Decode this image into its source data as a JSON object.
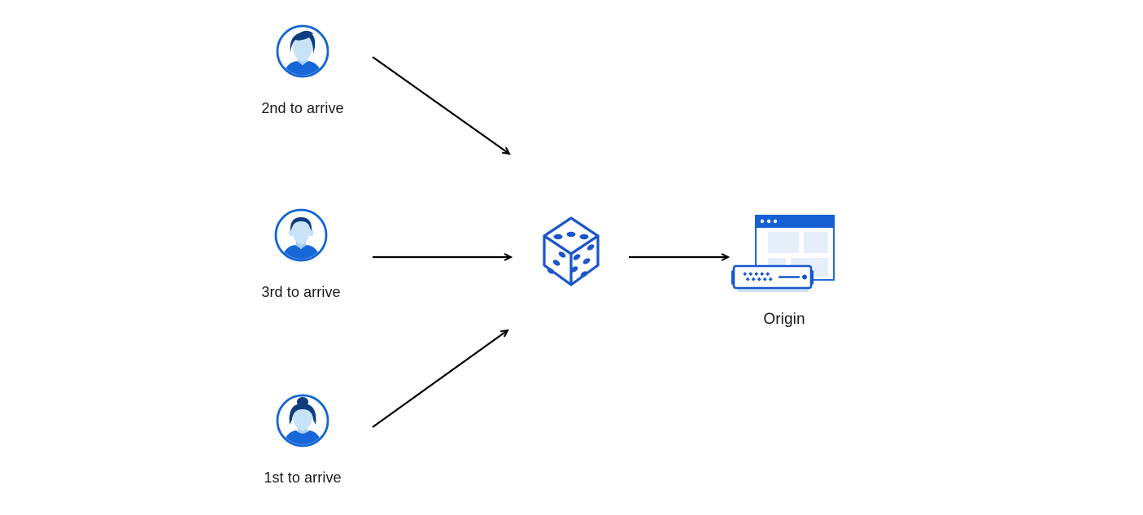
{
  "nodes": {
    "clients": [
      {
        "label": "2nd to arrive",
        "icon": "user-man-avatar-icon"
      },
      {
        "label": "3rd to arrive",
        "icon": "user-man-short-hair-avatar-icon"
      },
      {
        "label": "1st to arrive",
        "icon": "user-woman-avatar-icon"
      }
    ],
    "dice": {
      "icon": "dice-icon"
    },
    "origin": {
      "label": "Origin",
      "icon": "origin-server-browser-icon"
    }
  },
  "connections": [
    {
      "from": "client-2nd",
      "to": "dice"
    },
    {
      "from": "client-3rd",
      "to": "dice"
    },
    {
      "from": "client-1st",
      "to": "dice"
    },
    {
      "from": "dice",
      "to": "origin"
    }
  ],
  "colors": {
    "page_bg": "#ffffff",
    "avatar_ring": "#1164D6",
    "avatar_hair": "#0D3C7F",
    "avatar_skin": "#C8E2F8",
    "avatar_skin_shade": "#A9CFEF",
    "avatar_shirt": "#1767D9",
    "dice_blue": "#1A55CB",
    "browser_bar": "#1760D4",
    "browser_stroke": "#2B6BD9",
    "panel_fill": "#E6EFF9",
    "server_stroke": "#1557CE",
    "server_base": "#CCE2F5",
    "arrow": "#000000",
    "text": "#1A1A1A"
  }
}
